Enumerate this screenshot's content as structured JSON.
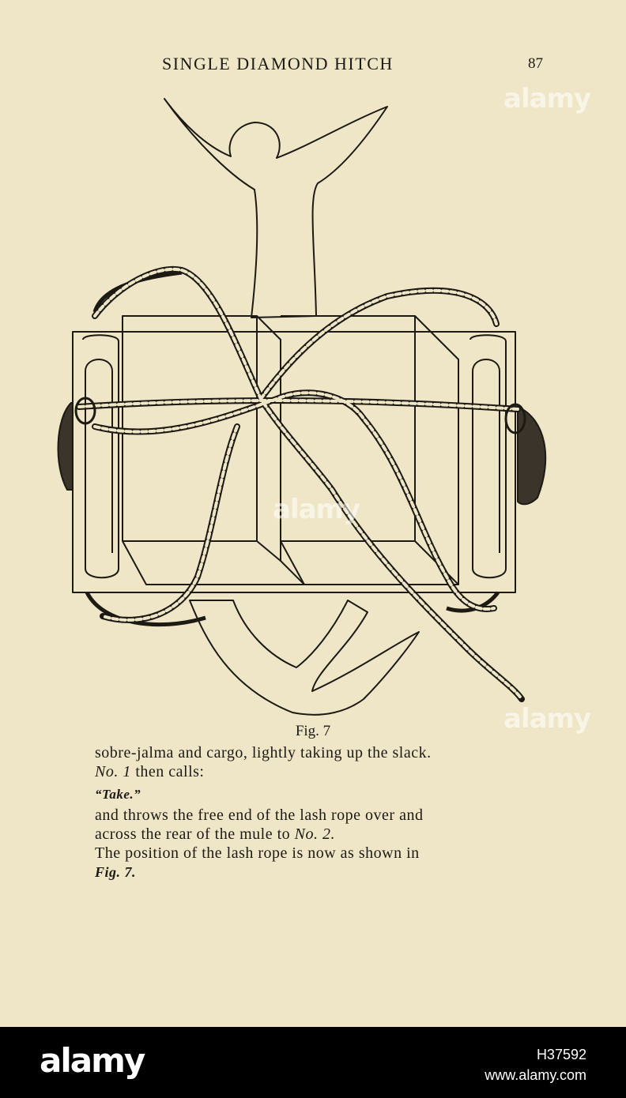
{
  "page": {
    "running_head": "SINGLE DIAMOND HITCH",
    "page_number": "87",
    "figure_caption": "Fig. 7"
  },
  "text": {
    "line1": "sobre-jalma and cargo, lightly taking up the slack.",
    "line2_a": "No. 1",
    "line2_b": " then calls:",
    "line3": "“Take.”",
    "line4": "and throws the free end of the lash rope over and",
    "line5_a": "across the rear of the mule to ",
    "line5_b": "No. 2.",
    "line6": "The position of the lash rope is now as shown in",
    "line7": "Fig. 7."
  },
  "watermark": {
    "text": "alamy"
  },
  "footer": {
    "logo": "alamy",
    "image_id": "H37592",
    "site": "www.alamy.com"
  },
  "colors": {
    "paper": "#efe6c8",
    "ink": "#1d1a14",
    "footer_bg": "#000000"
  }
}
